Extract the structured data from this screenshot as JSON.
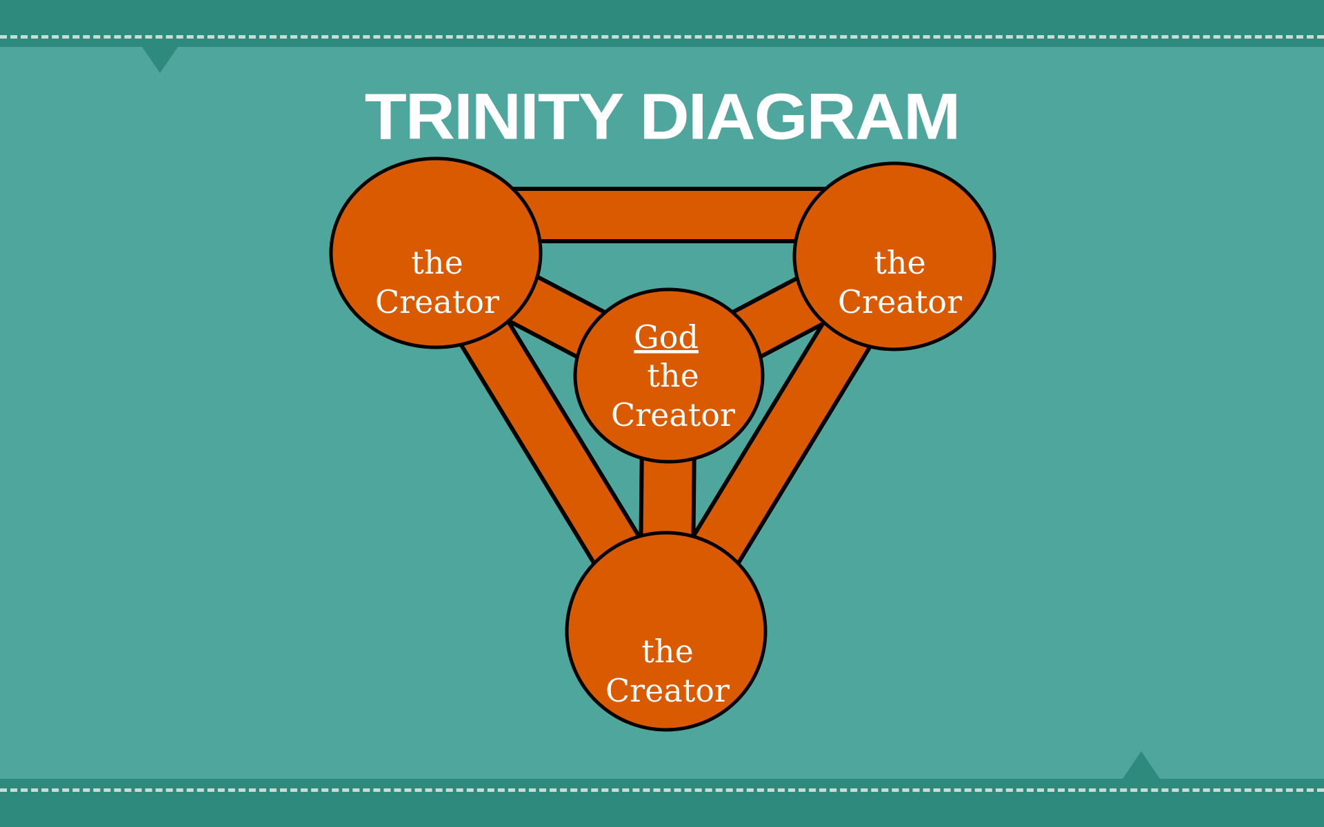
{
  "title": "Trinity Diagram",
  "colors": {
    "background": "#4fa69c",
    "band": "#2e8a7d",
    "node_fill": "#d95a00",
    "outline": "#000000",
    "text": "#ffffff"
  },
  "nodes": {
    "top_left": {
      "line1": "the",
      "line2": "Creator"
    },
    "top_right": {
      "line1": "the",
      "line2": "Creator"
    },
    "bottom": {
      "line1": "the",
      "line2": "Creator"
    },
    "center": {
      "line0": "God",
      "line1": "the",
      "line2": "Creator"
    }
  }
}
